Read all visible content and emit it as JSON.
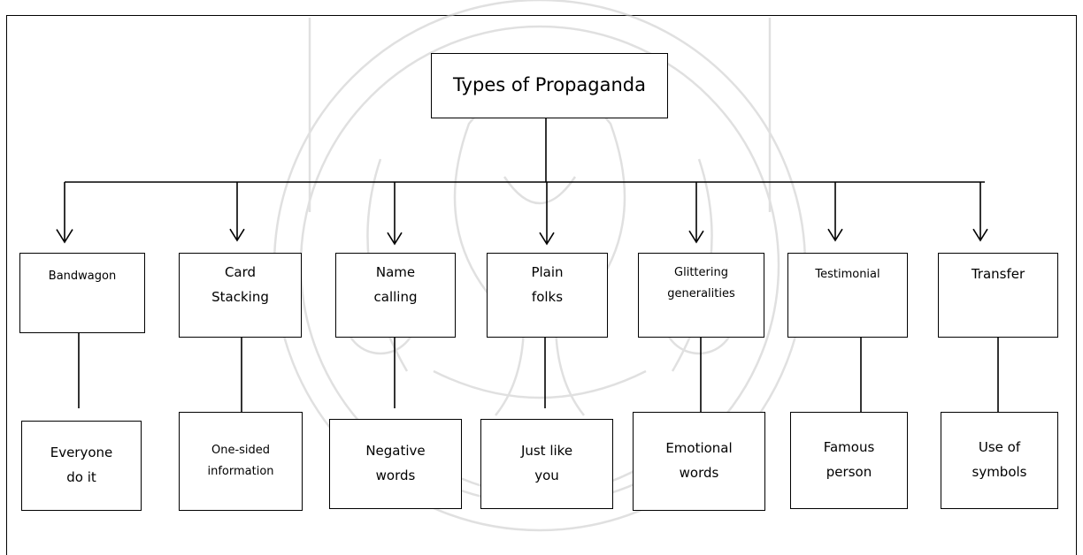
{
  "root": {
    "label": "Types of Propaganda"
  },
  "types": [
    {
      "name": "Bandwagon",
      "description": "Everyone\ndo it"
    },
    {
      "name": "Card\nStacking",
      "description": "One-sided\ninformation"
    },
    {
      "name": "Name\ncalling",
      "description": "Negative\nwords"
    },
    {
      "name": "Plain\nfolks",
      "description": "Just like\nyou"
    },
    {
      "name": "Glittering\ngeneralities",
      "description": "Emotional\nwords"
    },
    {
      "name": "Testimonial",
      "description": "Famous\nperson"
    },
    {
      "name": "Transfer",
      "description": "Use of\nsymbols"
    }
  ],
  "colors": {
    "line": "#000000",
    "watermark": "#c8c8c8"
  }
}
